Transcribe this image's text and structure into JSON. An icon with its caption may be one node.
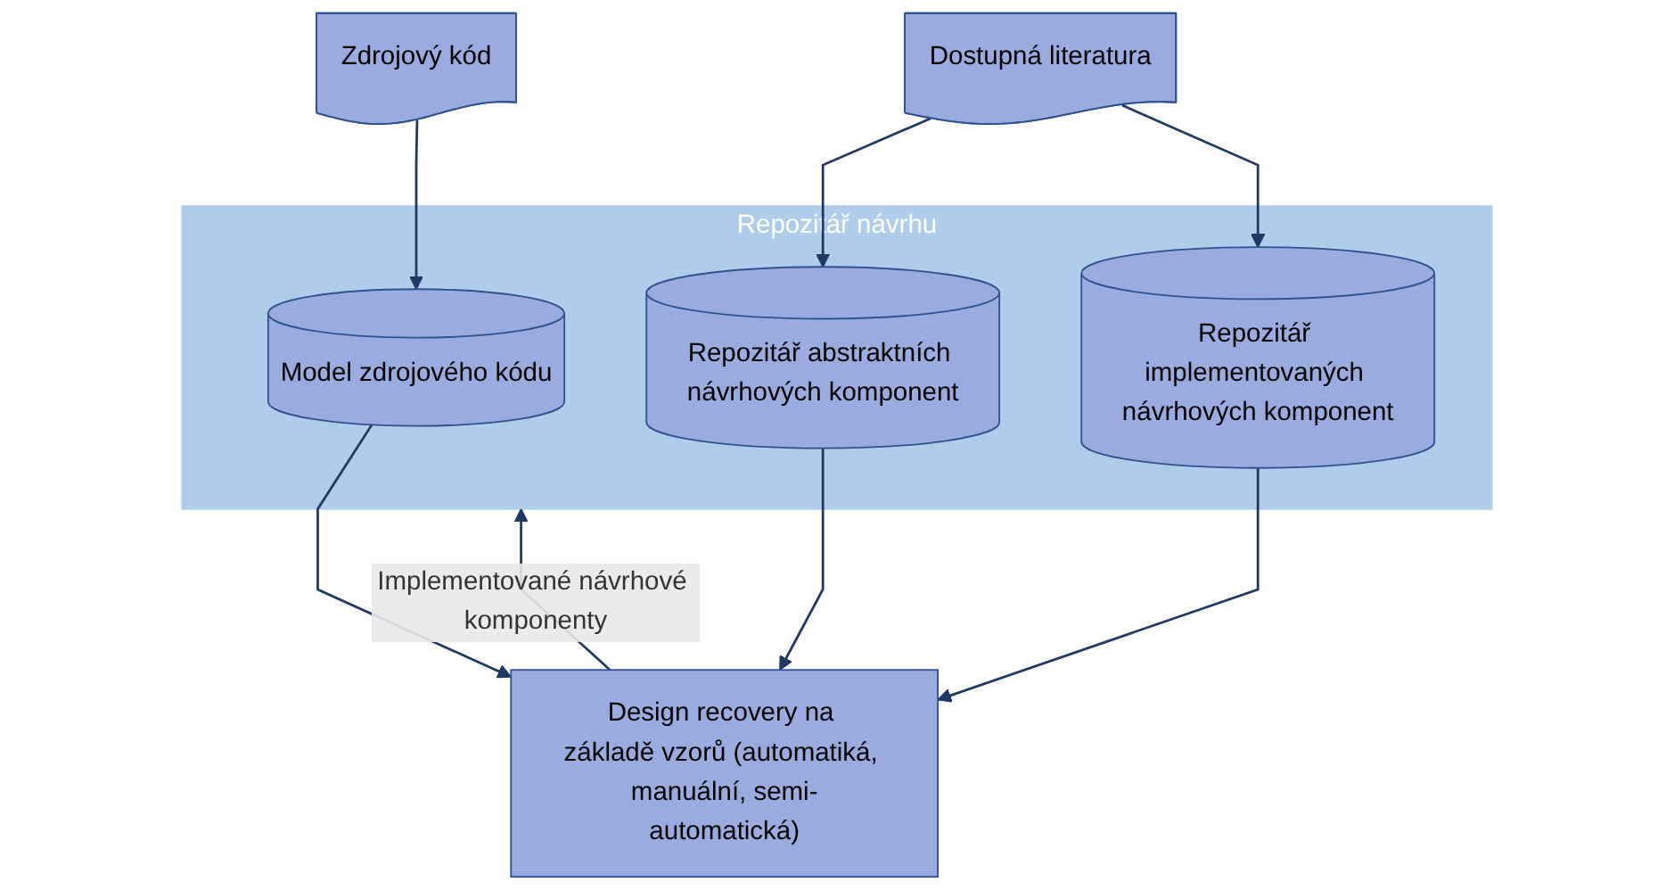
{
  "diagram": {
    "nodes": [
      {
        "text": [
          "Zdrojový kód"
        ]
      },
      {
        "text": [
          "Dostupná literatura"
        ]
      },
      {
        "text": [
          "Repozitář návrhu"
        ]
      },
      {
        "text": [
          "Model zdrojového kódu"
        ],
        "in": 2
      },
      {
        "text": [
          "Repozitář abstraktních návrhových komponent"
        ],
        "in": 2
      },
      {
        "text": [
          "Repozitář implementovaných návrhových komponent"
        ],
        "in": 2
      },
      {
        "text": [
          "Design recovery na základě vzorů (automatiká, manuální, semi-automatická)"
        ]
      }
    ],
    "edges": [
      {
        "from": 0,
        "to": 3,
        "arrow": "to"
      },
      {
        "from": 1,
        "to": 4,
        "arrow": "to"
      },
      {
        "from": 1,
        "to": 5,
        "arrow": "to"
      },
      {
        "from": 3,
        "to": 6,
        "arrow": "to"
      },
      {
        "from": 4,
        "to": 6,
        "arrow": "to"
      },
      {
        "from": 5,
        "to": 6,
        "arrow": "to"
      },
      {
        "from": 6,
        "to": 2,
        "arrow": "to",
        "label": "Implementované návrhové komponenty"
      }
    ]
  }
}
